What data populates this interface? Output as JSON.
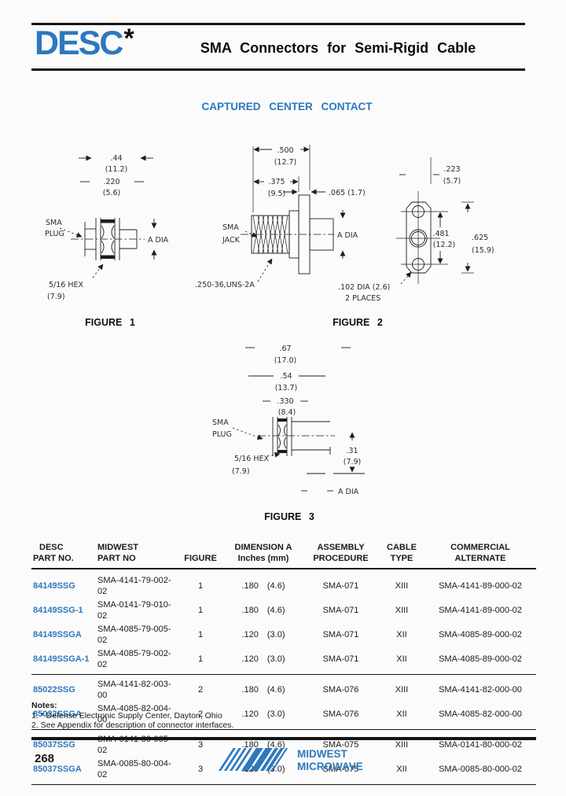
{
  "page": {
    "background": "#fbfbfb",
    "accent_blue": "#2e78be",
    "ink": "#161616"
  },
  "header": {
    "logo_text": "DESC",
    "logo_star": "*",
    "title": "SMA Connectors for Semi-Rigid Cable"
  },
  "section_title": "CAPTURED CENTER CONTACT",
  "figures": {
    "fig1": {
      "caption": "FIGURE 1",
      "dim_44": ".44",
      "dim_44_mm": "(11.2)",
      "dim_220": ".220",
      "dim_220_mm": "(5.6)",
      "label_sma": "SMA",
      "label_plug": "PLUG",
      "label_a_dia": "A DIA",
      "label_hex": "5/16 HEX",
      "label_hex_mm": "(7.9)"
    },
    "fig2": {
      "caption": "FIGURE 2",
      "dim_500": ".500",
      "dim_500_mm": "(12.7)",
      "dim_375": ".375",
      "dim_375_mm": "(9.5)",
      "dim_065": ".065 (1.7)",
      "label_sma": "SMA",
      "label_jack": "JACK",
      "label_a_dia": "A DIA",
      "label_thread": ".250-36,UNS-2A",
      "dim_223": ".223",
      "dim_223_mm": "(5.7)",
      "dim_481": ".481",
      "dim_481_mm": "(12.2)",
      "dim_625": ".625",
      "dim_625_mm": "(15.9)",
      "label_holes": ".102 DIA (2.6)",
      "label_holes_2": "2 PLACES"
    },
    "fig3": {
      "caption": "FIGURE 3",
      "dim_67": ".67",
      "dim_67_mm": "(17.0)",
      "dim_54": ".54",
      "dim_54_mm": "(13.7)",
      "dim_330": ".330",
      "dim_330_mm": "(8.4)",
      "label_sma": "SMA",
      "label_plug": "PLUG",
      "label_hex": "5/16 HEX",
      "label_hex_mm": "(7.9)",
      "dim_31": ".31",
      "dim_31_mm": "(7.9)",
      "label_a_dia": "A DIA"
    }
  },
  "table": {
    "headers": [
      {
        "line1": "DESC",
        "line2": "PART NO."
      },
      {
        "line1": "MIDWEST",
        "line2": "PART NO"
      },
      {
        "line1": "",
        "line2": "FIGURE"
      },
      {
        "line1": "DIMENSION A",
        "line2": "Inches (mm)"
      },
      {
        "line1": "ASSEMBLY",
        "line2": "PROCEDURE"
      },
      {
        "line1": "CABLE",
        "line2": "TYPE"
      },
      {
        "line1": "COMMERCIAL",
        "line2": "ALTERNATE"
      }
    ],
    "groups": [
      {
        "rows": [
          {
            "desc": "84149SSG",
            "midwest": "SMA-4141-79-002-02",
            "figure": "1",
            "inches": ".180",
            "mm": "(4.6)",
            "assembly": "SMA-071",
            "cable": "XIII",
            "commercial": "SMA-4141-89-000-02"
          },
          {
            "desc": "84149SSG-1",
            "midwest": "SMA-0141-79-010-02",
            "figure": "1",
            "inches": ".180",
            "mm": "(4.6)",
            "assembly": "SMA-071",
            "cable": "XIII",
            "commercial": "SMA-4141-89-000-02"
          },
          {
            "desc": "84149SSGA",
            "midwest": "SMA-4085-79-005-02",
            "figure": "1",
            "inches": ".120",
            "mm": "(3.0)",
            "assembly": "SMA-071",
            "cable": "XII",
            "commercial": "SMA-4085-89-000-02"
          },
          {
            "desc": "84149SSGA-1",
            "midwest": "SMA-4085-79-002-02",
            "figure": "1",
            "inches": ".120",
            "mm": "(3.0)",
            "assembly": "SMA-071",
            "cable": "XII",
            "commercial": "SMA-4085-89-000-02"
          }
        ]
      },
      {
        "rows": [
          {
            "desc": "85022SSG",
            "midwest": "SMA-4141-82-003-00",
            "figure": "2",
            "inches": ".180",
            "mm": "(4.6)",
            "assembly": "SMA-076",
            "cable": "XIII",
            "commercial": "SMA-4141-82-000-00"
          },
          {
            "desc": "85022SSGA",
            "midwest": "SMA-4085-82-004-00",
            "figure": "2",
            "inches": ".120",
            "mm": "(3.0)",
            "assembly": "SMA-076",
            "cable": "XII",
            "commercial": "SMA-4085-82-000-00"
          }
        ]
      },
      {
        "rows": [
          {
            "desc": "85037SSG",
            "midwest": "SMA-0141-80-005-02",
            "figure": "3",
            "inches": ".180",
            "mm": "(4.6)",
            "assembly": "SMA-075",
            "cable": "XIII",
            "commercial": "SMA-0141-80-000-02"
          },
          {
            "desc": "85037SSGA",
            "midwest": "SMA-0085-80-004-02",
            "figure": "3",
            "inches": ".120",
            "mm": "(3.0)",
            "assembly": "SMA-075",
            "cable": "XII",
            "commercial": "SMA-0085-80-000-02"
          }
        ]
      }
    ]
  },
  "notes": {
    "title": "Notes:",
    "items": [
      "1. * Defense Electronic Supply Center, Dayton, Ohio",
      "2. See Appendix for description of connector interfaces."
    ]
  },
  "footer": {
    "page_number": "268",
    "brand_line1": "MIDWEST",
    "brand_line2": "MICROWAVE"
  }
}
